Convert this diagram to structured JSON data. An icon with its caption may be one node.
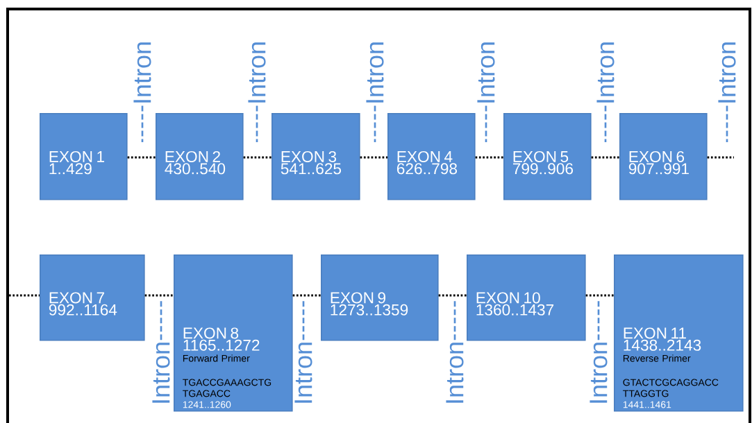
{
  "diagram": {
    "nodes": [
      {
        "text": [
          "EXON 1",
          "1..429"
        ]
      },
      {
        "text": [
          "EXON 2",
          "430..540"
        ]
      },
      {
        "text": [
          "EXON 3",
          "541..625"
        ]
      },
      {
        "text": [
          "EXON 4",
          "626..798"
        ]
      },
      {
        "text": [
          "EXON 5",
          "799..906"
        ]
      },
      {
        "text": [
          "EXON 6",
          "907..991"
        ]
      },
      {
        "text": [
          "EXON 7",
          "992..1164"
        ]
      },
      {
        "text": [
          "EXON 8",
          "1165..1272",
          "Forward Primer",
          "TGACCGAAAGCTG TGAGACC",
          "1241..1260"
        ]
      },
      {
        "text": [
          "EXON 9",
          "1273..1359"
        ]
      },
      {
        "text": [
          "EXON 10",
          "1360..1437"
        ]
      },
      {
        "text": [
          "EXON 11",
          "1438..2143",
          "Reverse Primer",
          "GTACTCGCAGGACC TTAGGTG",
          "1441..1461"
        ]
      },
      {
        "text": [
          "Intron"
        ]
      },
      {
        "text": [
          "Intron"
        ]
      },
      {
        "text": [
          "Intron"
        ]
      },
      {
        "text": [
          "Intron"
        ]
      },
      {
        "text": [
          "Intron"
        ]
      },
      {
        "text": [
          "Intron"
        ]
      },
      {
        "text": [
          "Intron"
        ]
      },
      {
        "text": [
          "Intron"
        ]
      },
      {
        "text": [
          "Intron"
        ]
      },
      {
        "text": [
          "Intron"
        ]
      }
    ],
    "edges": [
      {
        "from": 0,
        "to": 1,
        "arrow": "none"
      },
      {
        "from": 1,
        "to": 2,
        "arrow": "none"
      },
      {
        "from": 2,
        "to": 3,
        "arrow": "none"
      },
      {
        "from": 3,
        "to": 4,
        "arrow": "none"
      },
      {
        "from": 4,
        "to": 5,
        "arrow": "none"
      },
      {
        "from": 5,
        "to": null,
        "arrow": "none"
      },
      {
        "from": null,
        "to": 6,
        "arrow": "none"
      },
      {
        "from": 6,
        "to": 7,
        "arrow": "none"
      },
      {
        "from": 7,
        "to": 8,
        "arrow": "none"
      },
      {
        "from": 8,
        "to": 9,
        "arrow": "none"
      },
      {
        "from": 9,
        "to": 10,
        "arrow": "none"
      },
      {
        "from": 11,
        "to": null,
        "arrow": "none",
        "style": "dashed",
        "color": "#558ed5"
      },
      {
        "from": 12,
        "to": null,
        "arrow": "none",
        "style": "dashed",
        "color": "#558ed5"
      },
      {
        "from": 13,
        "to": null,
        "arrow": "none",
        "style": "dashed",
        "color": "#558ed5"
      },
      {
        "from": 14,
        "to": null,
        "arrow": "none",
        "style": "dashed",
        "color": "#558ed5"
      },
      {
        "from": 15,
        "to": null,
        "arrow": "none",
        "style": "dashed",
        "color": "#558ed5"
      },
      {
        "from": 16,
        "to": null,
        "arrow": "none",
        "style": "dashed",
        "color": "#558ed5"
      },
      {
        "from": 17,
        "to": null,
        "arrow": "none",
        "style": "dashed",
        "color": "#558ed5"
      },
      {
        "from": 18,
        "to": null,
        "arrow": "none",
        "style": "dashed",
        "color": "#558ed5"
      },
      {
        "from": 19,
        "to": null,
        "arrow": "none",
        "style": "dashed",
        "color": "#558ed5"
      },
      {
        "from": 20,
        "to": null,
        "arrow": "none",
        "style": "dashed",
        "color": "#558ed5"
      }
    ]
  }
}
